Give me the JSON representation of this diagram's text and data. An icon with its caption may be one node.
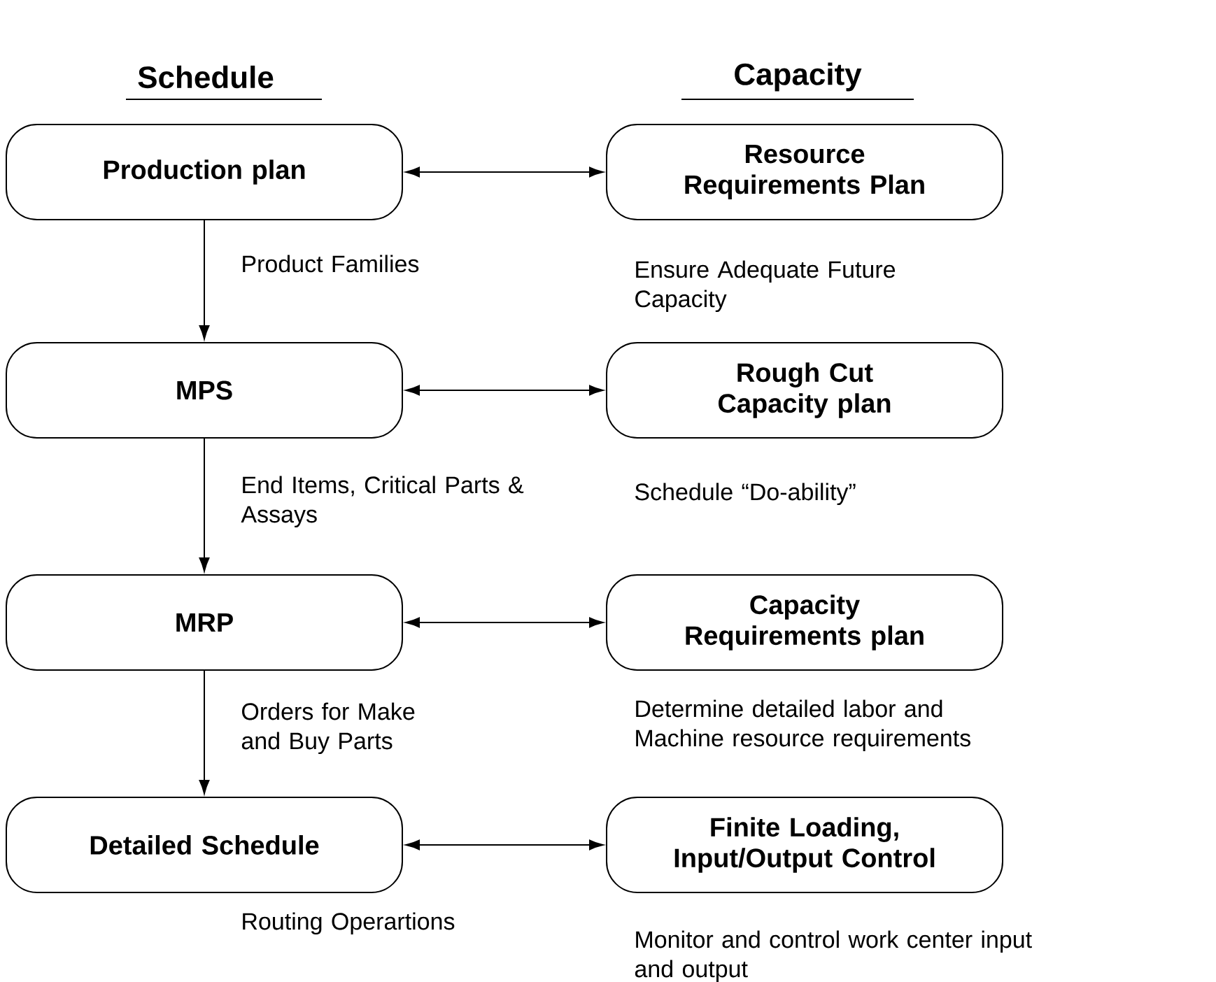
{
  "diagram": {
    "nodes": [
      {
        "text": [
          "Production plan"
        ]
      },
      {
        "text": [
          "Resource Requirements Plan"
        ],
        "beside": [
          "Ensure Adequate Future Capacity"
        ]
      },
      {
        "text": [
          "MPS"
        ]
      },
      {
        "text": [
          "Rough Cut Capacity plan"
        ],
        "beside": [
          "Schedule “Do-ability”"
        ]
      },
      {
        "text": [
          "MRP"
        ]
      },
      {
        "text": [
          "Capacity Requirements plan"
        ],
        "beside": [
          "Determine detailed labor and Machine resource requirements"
        ]
      },
      {
        "text": [
          "Detailed Schedule"
        ],
        "beside": [
          "Routing Operartions"
        ]
      },
      {
        "text": [
          "Finite Loading, Input/Output Control"
        ],
        "beside": [
          "Monitor and control work center input and output"
        ]
      }
    ],
    "edges": [
      {
        "from": 0,
        "to": 1,
        "arrow": "both"
      },
      {
        "from": 2,
        "to": 3,
        "arrow": "both"
      },
      {
        "from": 4,
        "to": 5,
        "arrow": "both"
      },
      {
        "from": 6,
        "to": 7,
        "arrow": "both"
      },
      {
        "from": 0,
        "to": 2,
        "arrow": "to",
        "label": "Product Families"
      },
      {
        "from": 2,
        "to": 4,
        "arrow": "to",
        "label": "End Items, Critical Parts & Assays"
      },
      {
        "from": 4,
        "to": 6,
        "arrow": "to",
        "label": "Orders for Make and Buy Parts"
      }
    ],
    "labels": [
      "Schedule",
      "Capacity"
    ]
  }
}
